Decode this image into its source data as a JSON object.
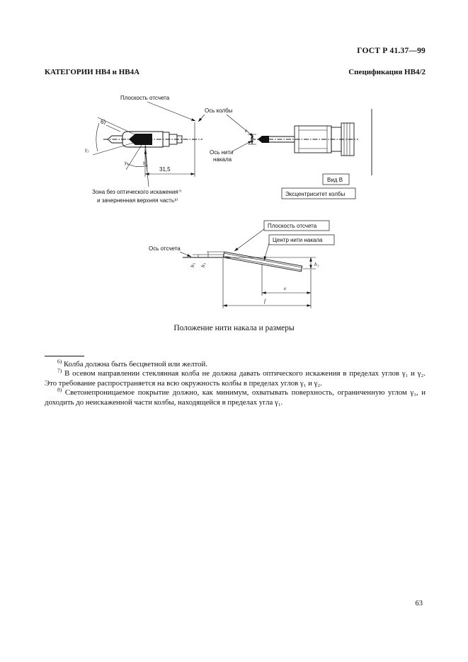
{
  "header": {
    "standard": "ГОСТ Р 41.37—99",
    "categories": "КАТЕГОРИИ НВ4 и НВ4А",
    "specification": "Спецификация НВ4/2"
  },
  "figure": {
    "caption": "Положение нити накала и размеры",
    "left": {
      "plane_label": "Плоскость отсчета",
      "bulb_axis_label": "Ось колбы",
      "note6_marker": "6)",
      "gamma1": "γ₁",
      "gamma2": "γ₂",
      "gamma3": "γ₃",
      "dim_length": "31,5",
      "zone_line1": "Зона без оптического искажения⁷⁾",
      "zone_line2": "и зачерненная верхняя часть⁸⁾"
    },
    "right": {
      "filament_axis_line1": "Ось нити",
      "filament_axis_line2": "накала",
      "eccentricity_dim": "e",
      "view_label": "Вид В",
      "caption": "Эксцентриситет колбы"
    },
    "bottom": {
      "plane_label": "Плоскость отсчета",
      "center_label": "Центр нити накала",
      "axis_label": "Ось отсчета",
      "dim_h1": "h₁",
      "dim_h2": "h₂",
      "dim_h3": "h₃",
      "dim_e": "e",
      "dim_f": "f"
    }
  },
  "footnotes": [
    {
      "marker": "6)",
      "text": "Колба должна быть бесцветной или желтой."
    },
    {
      "marker": "7)",
      "text": "В осевом направлении стеклянная колба не должна давать оптического искажения в пределах углов γ₁ и γ₂. Это требование распространяется на всю окружность колбы в пределах углов γ₁ и γ₂."
    },
    {
      "marker": "8)",
      "text": "Светонепроницаемое покрытие должно, как минимум, охватывать поверхность, ограниченную углом γ₃, и доходить до неискаженной части колбы, находящейся в пределах угла γ₁."
    }
  ],
  "page_number": "63"
}
